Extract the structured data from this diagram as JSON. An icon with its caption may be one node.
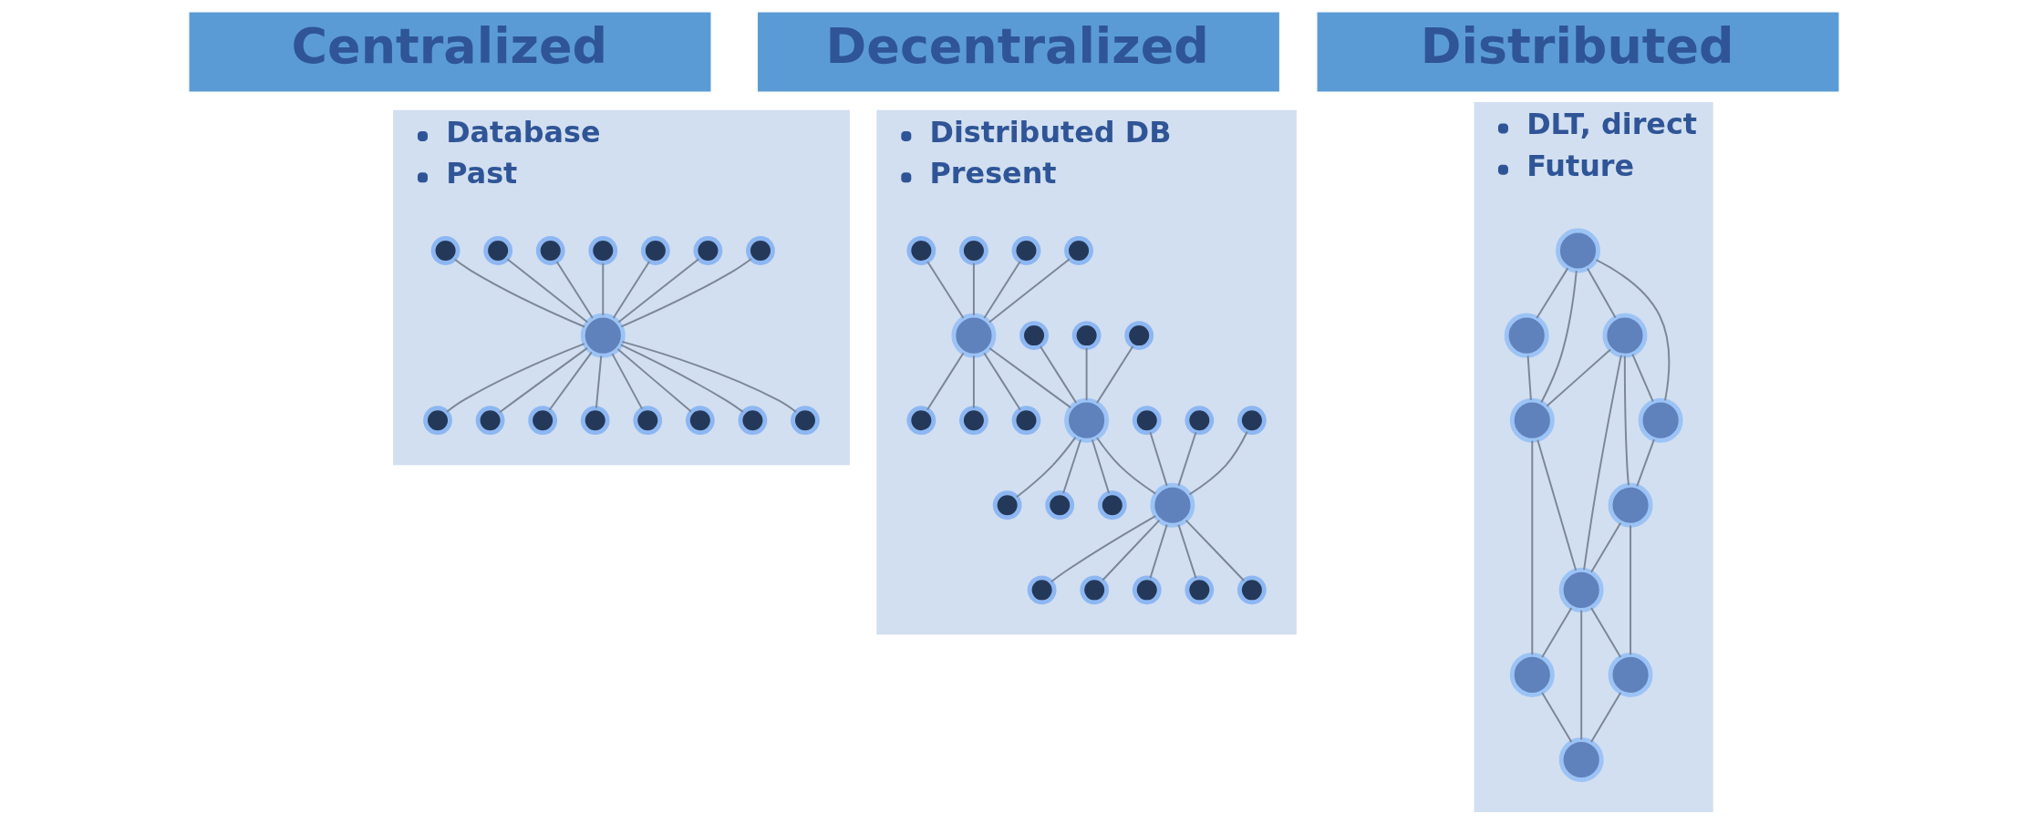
{
  "diagram": {
    "nodes": [
      {
        "text": [
          "Centralized"
        ]
      },
      {
        "text": [
          "Database",
          "Past"
        ]
      },
      {
        "text": [],
        "shape": "circle",
        "in": 1
      },
      {
        "text": [],
        "shape": "circle",
        "in": 1
      },
      {
        "text": [],
        "shape": "circle",
        "in": 1
      },
      {
        "text": [],
        "shape": "circle",
        "in": 1
      },
      {
        "text": [],
        "shape": "circle",
        "in": 1
      },
      {
        "text": [],
        "shape": "circle",
        "in": 1
      },
      {
        "text": [],
        "shape": "circle",
        "in": 1
      },
      {
        "text": [],
        "shape": "circle",
        "in": 1
      },
      {
        "text": [],
        "shape": "circle",
        "in": 1
      },
      {
        "text": [],
        "shape": "circle",
        "in": 1
      },
      {
        "text": [],
        "shape": "circle",
        "in": 1
      },
      {
        "text": [],
        "shape": "circle",
        "in": 1
      },
      {
        "text": [],
        "shape": "circle",
        "in": 1
      },
      {
        "text": [],
        "shape": "circle",
        "in": 1
      },
      {
        "text": [],
        "shape": "circle",
        "in": 1
      },
      {
        "text": [],
        "shape": "circle",
        "in": 1
      },
      {
        "text": [
          "Decentralized"
        ]
      },
      {
        "text": [
          "Distributed DB",
          "Present"
        ]
      },
      {
        "text": [],
        "shape": "circle",
        "in": 19
      },
      {
        "text": [],
        "shape": "circle",
        "in": 19
      },
      {
        "text": [],
        "shape": "circle",
        "in": 19
      },
      {
        "text": [],
        "shape": "circle",
        "in": 19
      },
      {
        "text": [],
        "shape": "circle",
        "in": 19
      },
      {
        "text": [],
        "shape": "circle",
        "in": 19
      },
      {
        "text": [],
        "shape": "circle",
        "in": 19
      },
      {
        "text": [],
        "shape": "circle",
        "in": 19
      },
      {
        "text": [],
        "shape": "circle",
        "in": 19
      },
      {
        "text": [],
        "shape": "circle",
        "in": 19
      },
      {
        "text": [],
        "shape": "circle",
        "in": 19
      },
      {
        "text": [],
        "shape": "circle",
        "in": 19
      },
      {
        "text": [],
        "shape": "circle",
        "in": 19
      },
      {
        "text": [],
        "shape": "circle",
        "in": 19
      },
      {
        "text": [],
        "shape": "circle",
        "in": 19
      },
      {
        "text": [],
        "shape": "circle",
        "in": 19
      },
      {
        "text": [],
        "shape": "circle",
        "in": 19
      },
      {
        "text": [],
        "shape": "circle",
        "in": 19
      },
      {
        "text": [],
        "shape": "circle",
        "in": 19
      },
      {
        "text": [],
        "shape": "circle",
        "in": 19
      },
      {
        "text": [],
        "shape": "circle",
        "in": 19
      },
      {
        "text": [],
        "shape": "circle",
        "in": 19
      },
      {
        "text": [],
        "shape": "circle",
        "in": 19
      },
      {
        "text": [],
        "shape": "circle",
        "in": 19
      },
      {
        "text": [
          "Distributed"
        ]
      },
      {
        "text": [
          "DLT, direct",
          "Future"
        ]
      },
      {
        "text": [],
        "shape": "circle",
        "in": 45
      },
      {
        "text": [],
        "shape": "circle",
        "in": 45
      },
      {
        "text": [],
        "shape": "circle",
        "in": 45
      },
      {
        "text": [],
        "shape": "circle",
        "in": 45
      },
      {
        "text": [],
        "shape": "circle",
        "in": 45
      },
      {
        "text": [],
        "shape": "circle",
        "in": 45
      },
      {
        "text": [],
        "shape": "circle",
        "in": 45
      },
      {
        "text": [],
        "shape": "circle",
        "in": 45
      },
      {
        "text": [],
        "shape": "circle",
        "in": 45
      },
      {
        "text": [],
        "shape": "circle",
        "in": 45
      }
    ],
    "edges": [
      {
        "from": 3,
        "to": 2,
        "arrow": "none"
      },
      {
        "from": 4,
        "to": 2,
        "arrow": "none"
      },
      {
        "from": 5,
        "to": 2,
        "arrow": "none"
      },
      {
        "from": 6,
        "to": 2,
        "arrow": "none"
      },
      {
        "from": 7,
        "to": 2,
        "arrow": "none"
      },
      {
        "from": 8,
        "to": 2,
        "arrow": "none"
      },
      {
        "from": 9,
        "to": 2,
        "arrow": "none"
      },
      {
        "from": 2,
        "to": 10,
        "arrow": "none"
      },
      {
        "from": 2,
        "to": 11,
        "arrow": "none"
      },
      {
        "from": 2,
        "to": 12,
        "arrow": "none"
      },
      {
        "from": 2,
        "to": 13,
        "arrow": "none"
      },
      {
        "from": 2,
        "to": 14,
        "arrow": "none"
      },
      {
        "from": 2,
        "to": 15,
        "arrow": "none"
      },
      {
        "from": 2,
        "to": 16,
        "arrow": "none"
      },
      {
        "from": 2,
        "to": 17,
        "arrow": "none"
      },
      {
        "from": 21,
        "to": 20,
        "arrow": "none"
      },
      {
        "from": 22,
        "to": 20,
        "arrow": "none"
      },
      {
        "from": 23,
        "to": 20,
        "arrow": "none"
      },
      {
        "from": 24,
        "to": 20,
        "arrow": "none"
      },
      {
        "from": 20,
        "to": 25,
        "arrow": "none"
      },
      {
        "from": 20,
        "to": 26,
        "arrow": "none"
      },
      {
        "from": 20,
        "to": 27,
        "arrow": "none"
      },
      {
        "from": 20,
        "to": 28,
        "arrow": "none"
      },
      {
        "from": 29,
        "to": 28,
        "arrow": "none"
      },
      {
        "from": 30,
        "to": 28,
        "arrow": "none"
      },
      {
        "from": 31,
        "to": 28,
        "arrow": "none"
      },
      {
        "from": 28,
        "to": 32,
        "arrow": "none"
      },
      {
        "from": 28,
        "to": 33,
        "arrow": "none"
      },
      {
        "from": 28,
        "to": 34,
        "arrow": "none"
      },
      {
        "from": 28,
        "to": 35,
        "arrow": "none"
      },
      {
        "from": 36,
        "to": 35,
        "arrow": "none"
      },
      {
        "from": 37,
        "to": 35,
        "arrow": "none"
      },
      {
        "from": 38,
        "to": 35,
        "arrow": "none"
      },
      {
        "from": 35,
        "to": 39,
        "arrow": "none"
      },
      {
        "from": 35,
        "to": 40,
        "arrow": "none"
      },
      {
        "from": 35,
        "to": 41,
        "arrow": "none"
      },
      {
        "from": 35,
        "to": 42,
        "arrow": "none"
      },
      {
        "from": 35,
        "to": 43,
        "arrow": "none"
      },
      {
        "from": 46,
        "to": 47,
        "arrow": "none"
      },
      {
        "from": 46,
        "to": 50,
        "arrow": "none"
      },
      {
        "from": 47,
        "to": 50,
        "arrow": "none"
      },
      {
        "from": 46,
        "to": 48,
        "arrow": "none"
      },
      {
        "from": 46,
        "to": 49,
        "arrow": "none"
      },
      {
        "from": 48,
        "to": 49,
        "arrow": "none"
      },
      {
        "from": 48,
        "to": 50,
        "arrow": "none"
      },
      {
        "from": 48,
        "to": 52,
        "arrow": "none"
      },
      {
        "from": 48,
        "to": 51,
        "arrow": "none"
      },
      {
        "from": 49,
        "to": 51,
        "arrow": "none"
      },
      {
        "from": 50,
        "to": 52,
        "arrow": "none"
      },
      {
        "from": 50,
        "to": 53,
        "arrow": "none"
      },
      {
        "from": 51,
        "to": 52,
        "arrow": "none"
      },
      {
        "from": 51,
        "to": 54,
        "arrow": "none"
      },
      {
        "from": 52,
        "to": 53,
        "arrow": "none"
      },
      {
        "from": 52,
        "to": 55,
        "arrow": "none"
      },
      {
        "from": 52,
        "to": 54,
        "arrow": "none"
      },
      {
        "from": 53,
        "to": 55,
        "arrow": "none"
      },
      {
        "from": 54,
        "to": 55,
        "arrow": "none"
      }
    ]
  }
}
